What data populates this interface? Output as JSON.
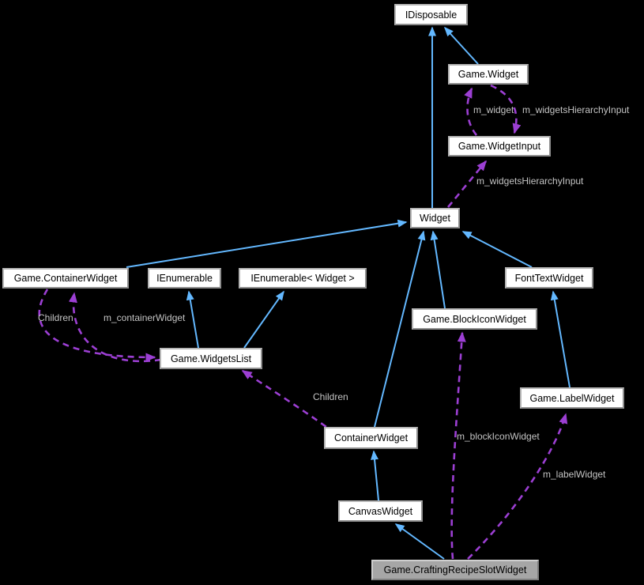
{
  "diagram": {
    "type": "collaboration-diagram",
    "colors": {
      "background": "#000000",
      "inheritance_edge": "#63b8ff",
      "usage_edge": "#9c3fd3",
      "edge_label_text": "#c4c4c4",
      "node_fill": "#ffffff",
      "node_border": "#b6b6b6",
      "node_text": "#000000",
      "selected_node_fill": "#a6a6a6"
    },
    "nodes": [
      {
        "id": "idisposable",
        "label": "IDisposable"
      },
      {
        "id": "game-widget",
        "label": "Game.Widget"
      },
      {
        "id": "game-widgetinput",
        "label": "Game.WidgetInput"
      },
      {
        "id": "widget",
        "label": "Widget"
      },
      {
        "id": "game-containerwidget",
        "label": "Game.ContainerWidget"
      },
      {
        "id": "ienumerable",
        "label": "IEnumerable"
      },
      {
        "id": "ienumerable-widget",
        "label": "IEnumerable< Widget >"
      },
      {
        "id": "fonttextwidget",
        "label": "FontTextWidget"
      },
      {
        "id": "game-blockiconwidget",
        "label": "Game.BlockIconWidget"
      },
      {
        "id": "game-widgetslist",
        "label": "Game.WidgetsList"
      },
      {
        "id": "game-labelwidget",
        "label": "Game.LabelWidget"
      },
      {
        "id": "containerwidget",
        "label": "ContainerWidget"
      },
      {
        "id": "canvaswidget",
        "label": "CanvasWidget"
      },
      {
        "id": "game-craftingrecipeslotwidget",
        "label": "Game.CraftingRecipeSlotWidget",
        "selected": true
      }
    ],
    "edge_labels": [
      {
        "text": "m_widget"
      },
      {
        "text": "m_widgetsHierarchyInput"
      },
      {
        "text": "m_widgetsHierarchyInput"
      },
      {
        "text": "Children"
      },
      {
        "text": "m_containerWidget"
      },
      {
        "text": "Children"
      },
      {
        "text": "m_blockIconWidget"
      },
      {
        "text": "m_labelWidget"
      }
    ],
    "edges": [
      {
        "from": "Game.Widget",
        "to": "IDisposable",
        "type": "inheritance"
      },
      {
        "from": "Widget",
        "to": "IDisposable",
        "type": "inheritance"
      },
      {
        "from": "Game.ContainerWidget",
        "to": "Widget",
        "type": "inheritance"
      },
      {
        "from": "FontTextWidget",
        "to": "Widget",
        "type": "inheritance"
      },
      {
        "from": "Game.BlockIconWidget",
        "to": "Widget",
        "type": "inheritance"
      },
      {
        "from": "ContainerWidget",
        "to": "Widget",
        "type": "inheritance"
      },
      {
        "from": "Game.WidgetsList",
        "to": "IEnumerable",
        "type": "inheritance"
      },
      {
        "from": "Game.WidgetsList",
        "to": "IEnumerable< Widget >",
        "type": "inheritance"
      },
      {
        "from": "Game.LabelWidget",
        "to": "FontTextWidget",
        "type": "inheritance"
      },
      {
        "from": "CanvasWidget",
        "to": "ContainerWidget",
        "type": "inheritance"
      },
      {
        "from": "Game.CraftingRecipeSlotWidget",
        "to": "CanvasWidget",
        "type": "inheritance"
      },
      {
        "from": "Game.WidgetInput",
        "to": "Game.Widget",
        "type": "usage",
        "label": "m_widget"
      },
      {
        "from": "Game.Widget",
        "to": "Game.WidgetInput",
        "type": "usage",
        "label": "m_widgetsHierarchyInput"
      },
      {
        "from": "Widget",
        "to": "Game.WidgetInput",
        "type": "usage",
        "label": "m_widgetsHierarchyInput"
      },
      {
        "from": "Game.ContainerWidget",
        "to": "Game.WidgetsList",
        "type": "usage",
        "label": "Children"
      },
      {
        "from": "Game.WidgetsList",
        "to": "Game.ContainerWidget",
        "type": "usage",
        "label": "m_containerWidget"
      },
      {
        "from": "ContainerWidget",
        "to": "Game.WidgetsList",
        "type": "usage",
        "label": "Children"
      },
      {
        "from": "Game.CraftingRecipeSlotWidget",
        "to": "Game.BlockIconWidget",
        "type": "usage",
        "label": "m_blockIconWidget"
      },
      {
        "from": "Game.CraftingRecipeSlotWidget",
        "to": "Game.LabelWidget",
        "type": "usage",
        "label": "m_labelWidget"
      }
    ]
  }
}
